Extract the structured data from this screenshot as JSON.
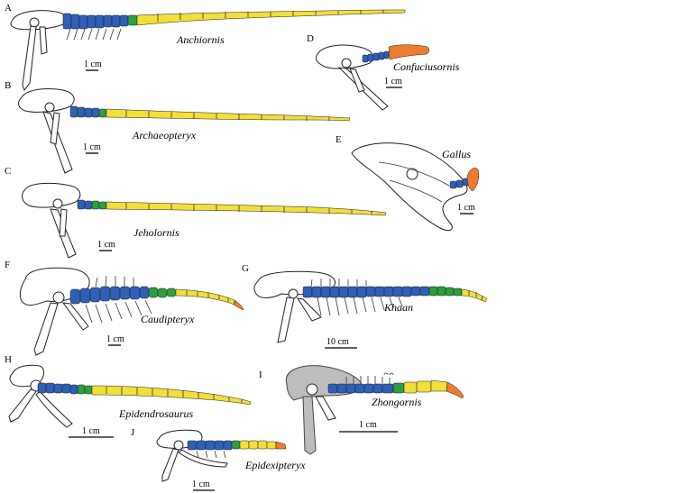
{
  "colors": {
    "anterior_caudals": "#2f5fb7",
    "transition_caudals": "#2e9e3f",
    "posterior_caudals": "#f2df3a",
    "terminal_elements": "#ef7b2f",
    "grey_pelvis": "#bdbdbd"
  },
  "panels": [
    {
      "letter": "A",
      "taxon": "Anchiornis",
      "scale_label": "1 cm"
    },
    {
      "letter": "B",
      "taxon": "Archaeopteryx",
      "scale_label": "1 cm"
    },
    {
      "letter": "C",
      "taxon": "Jeholornis",
      "scale_label": "1 cm"
    },
    {
      "letter": "D",
      "taxon": "Confuciusornis",
      "scale_label": "1 cm"
    },
    {
      "letter": "E",
      "taxon": "Gallus",
      "scale_label": "1 cm"
    },
    {
      "letter": "F",
      "taxon": "Caudipteryx",
      "scale_label": "1 cm"
    },
    {
      "letter": "G",
      "taxon": "Khaan",
      "scale_label": "10 cm"
    },
    {
      "letter": "H",
      "taxon": "Epidendrosaurus",
      "scale_label": "1 cm"
    },
    {
      "letter": "I",
      "taxon": "Zhongornis",
      "scale_label": "1 cm"
    },
    {
      "letter": "J",
      "taxon": "Epidexipteryx",
      "scale_label": "1 cm"
    }
  ]
}
